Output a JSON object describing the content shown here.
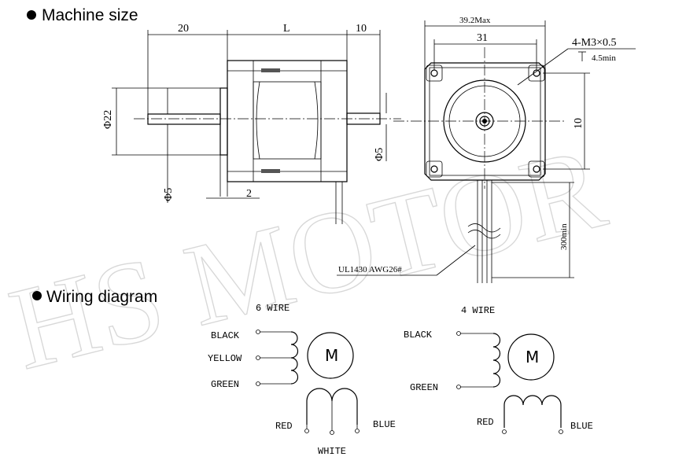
{
  "headings": {
    "machine_size": "Machine size",
    "wiring_diagram": "Wiring diagram"
  },
  "watermark": "HS MOTOR",
  "dimensions": {
    "shaft_length": "20",
    "body_length": "L",
    "rear_shaft": "10",
    "flange_dia": "Φ22",
    "shaft_dia_front": "Φ5",
    "shaft_dia_rear": "Φ5",
    "flange_thickness": "2",
    "max_width": "39.2Max",
    "hole_spacing": "31",
    "mount_holes": "4-M3×0.5",
    "hole_depth": "4.5min",
    "side_dim": "10",
    "lead_length": "300min",
    "cable": "UL1430 AWG26#"
  },
  "wiring": {
    "six_wire": {
      "title": "6 WIRE",
      "motor": "M",
      "left_wires": [
        "BLACK",
        "YELLOW",
        "GREEN"
      ],
      "bottom_left": "RED",
      "bottom_right": "BLUE",
      "center_tap": "WHITE"
    },
    "four_wire": {
      "title": "4 WIRE",
      "motor": "M",
      "left_wires": [
        "BLACK",
        "GREEN"
      ],
      "bottom_left": "RED",
      "bottom_right": "BLUE"
    }
  }
}
